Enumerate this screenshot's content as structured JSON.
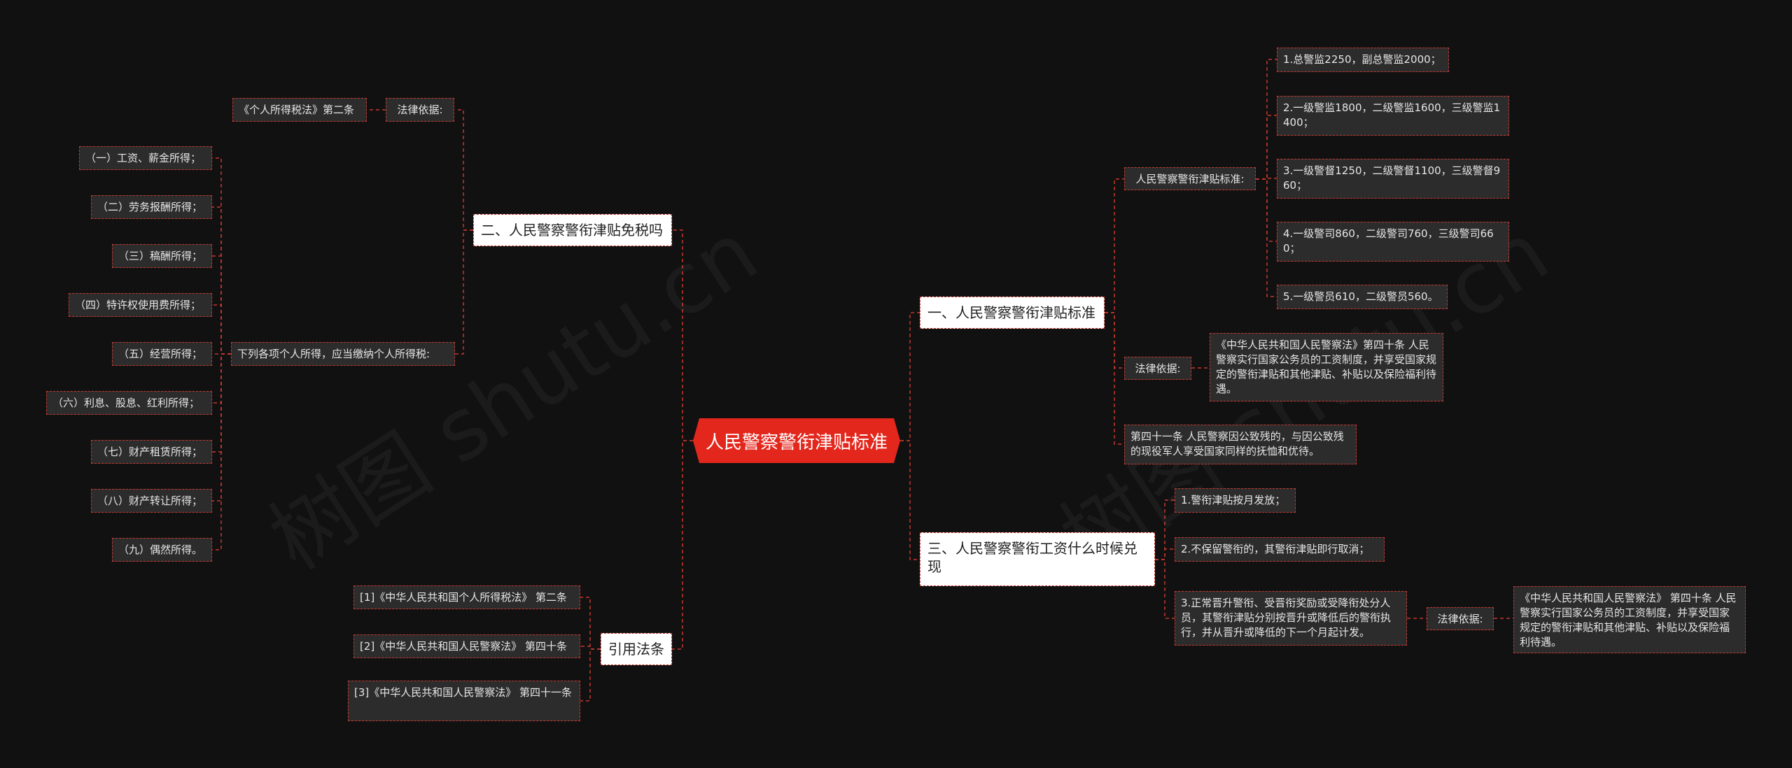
{
  "colors": {
    "background": "#121112",
    "root_fill": "#e3271c",
    "connector": "#c1372c",
    "leaf_fill": "#2d2c2d",
    "branch_fill": "#ffffff"
  },
  "watermarks": [
    "树图 shutu.cn",
    "树图 shutu.cn"
  ],
  "root": "人民警察警衔津贴标准",
  "branches": {
    "standard": {
      "label": "一、人民警察警衔津贴标准",
      "std_label": "人民警察警衔津贴标准:",
      "std_items": [
        "1.总警监2250，副总警监2000；",
        "2.一级警监1800，二级警监1600，三级警监1400；",
        "3.一级警督1250，二级警督1100，三级警督960；",
        "4.一级警司860，二级警司760，三级警司660；",
        "5.一级警员610，二级警员560。"
      ],
      "basis_label": "法律依据:",
      "basis_text": "《中华人民共和国人民警察法》第四十条 人民警察实行国家公务员的工资制度，并享受国家规定的警衔津贴和其他津贴、补贴以及保险福利待遇。",
      "art41": "第四十一条 人民警察因公致残的，与因公致残的现役军人享受国家同样的抚恤和优待。"
    },
    "tax": {
      "label": "二、人民警察警衔津贴免税吗",
      "basis_label": "法律依据:",
      "basis_text": "《个人所得税法》第二条",
      "income_label": "下列各项个人所得，应当缴纳个人所得税:",
      "income_items": [
        "（一）工资、薪金所得；",
        "（二）劳务报酬所得；",
        "（三）稿酬所得；",
        "（四）特许权使用费所得；",
        "（五）经营所得；",
        "（六）利息、股息、红利所得；",
        "（七）财产租赁所得；",
        "（八）财产转让所得；",
        "（九）偶然所得。"
      ]
    },
    "payment": {
      "label": "三、人民警察警衔工资什么时候兑现",
      "items": [
        "1.警衔津贴按月发放；",
        "2.不保留警衔的，其警衔津贴即行取消；",
        "3.正常晋升警衔、受晋衔奖励或受降衔处分人员，其警衔津贴分别按晋升或降低后的警衔执行，并从晋升或降低的下一个月起计发。"
      ],
      "basis_label": "法律依据:",
      "basis_text": "《中华人民共和国人民警察法》 第四十条 人民警察实行国家公务员的工资制度，并享受国家规定的警衔津贴和其他津贴、补贴以及保险福利待遇。"
    },
    "refs": {
      "label": "引用法条",
      "items": [
        "[1]《中华人民共和国个人所得税法》 第二条",
        "[2]《中华人民共和国人民警察法》 第四十条",
        "[3]《中华人民共和国人民警察法》 第四十一条"
      ]
    }
  }
}
